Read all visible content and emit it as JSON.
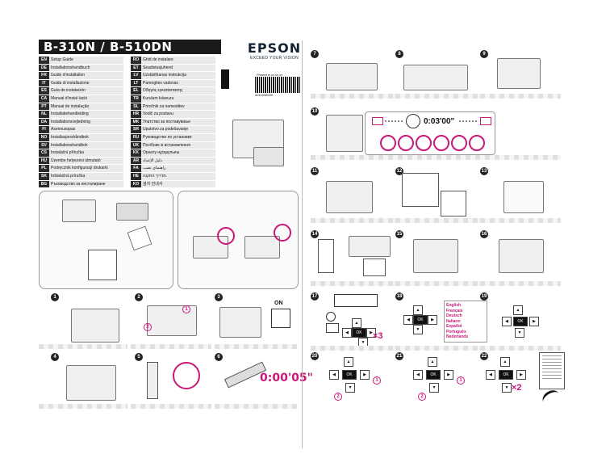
{
  "title": "B-310N / B-510DN",
  "brand": {
    "logo": "EPSON",
    "tagline": "EXCEED YOUR VISION"
  },
  "doc_code_label": "Printed in xx.xx.xx",
  "barcode_number": "4011930000",
  "languages_left": [
    {
      "code": "EN",
      "label": "Setup Guide"
    },
    {
      "code": "DE",
      "label": "Installationshandbuch"
    },
    {
      "code": "FR",
      "label": "Guide d'installation"
    },
    {
      "code": "IT",
      "label": "Guida di installazione"
    },
    {
      "code": "ES",
      "label": "Guía de instalación"
    },
    {
      "code": "CA",
      "label": "Manual d'instal·lació"
    },
    {
      "code": "PT",
      "label": "Manual de instalação"
    },
    {
      "code": "NL",
      "label": "Installatiehandleiding"
    },
    {
      "code": "DA",
      "label": "Installationsvejledning"
    },
    {
      "code": "FI",
      "label": "Asennusopas"
    },
    {
      "code": "NO",
      "label": "Installasjonshåndbok"
    },
    {
      "code": "SV",
      "label": "Installationshandbok"
    },
    {
      "code": "CS",
      "label": "Instalační příručka"
    },
    {
      "code": "HU",
      "label": "Üzembe helyezési útmutató"
    },
    {
      "code": "PL",
      "label": "Podręcznik konfiguracji drukarki"
    },
    {
      "code": "SK",
      "label": "Inštalačná príručka"
    },
    {
      "code": "BG",
      "label": "Ръководство за инсталиране"
    }
  ],
  "languages_right": [
    {
      "code": "RO",
      "label": "Ghid de instalare"
    },
    {
      "code": "ET",
      "label": "Seadistusjuhend"
    },
    {
      "code": "LV",
      "label": "Uzstādīšanas instrukcija"
    },
    {
      "code": "LT",
      "label": "Parengties vadovas"
    },
    {
      "code": "EL",
      "label": "Οδηγός εγκατάστασης"
    },
    {
      "code": "TR",
      "label": "Kurulum kılavuzu"
    },
    {
      "code": "SL",
      "label": "Priročnik za namestitev"
    },
    {
      "code": "HR",
      "label": "Vodič za postavu"
    },
    {
      "code": "MK",
      "label": "Упатство за поставување"
    },
    {
      "code": "SR",
      "label": "Uputstvo za podešavanje"
    },
    {
      "code": "RU",
      "label": "Руководство по установке"
    },
    {
      "code": "UK",
      "label": "Посібник зі встановлення"
    },
    {
      "code": "KK",
      "label": "Орнату нұсқаулығы"
    },
    {
      "code": "AR",
      "label": "دليل الإعداد"
    },
    {
      "code": "FA",
      "label": "راهنمای نصب"
    },
    {
      "code": "HE",
      "label": "מדריך התקנה"
    },
    {
      "code": "KO",
      "label": "설치 안내서"
    }
  ],
  "steps_left": {
    "s1": "1",
    "s2": "2",
    "s3": "3",
    "s4": "4",
    "s5": "5",
    "s6": "6"
  },
  "steps_right": {
    "s7": "7",
    "s8": "8",
    "s9": "9",
    "s10": "10",
    "s11": "11",
    "s12": "12",
    "s13": "13",
    "s14": "14",
    "s15": "15",
    "s16": "16",
    "s17": "17",
    "s18": "18",
    "s19": "19",
    "s20": "20",
    "s21": "21",
    "s22": "22"
  },
  "timers": {
    "ink_charge": "0:03'00\"",
    "shake": "0:00'05\""
  },
  "labels": {
    "on": "ON",
    "times3": "×3",
    "times2": "×2",
    "ok": "OK",
    "c1": "1",
    "c2": "2"
  },
  "language_menu": [
    "English",
    "Français",
    "Deutsch",
    "Italiano",
    "Español",
    "Português",
    "Nederlands"
  ]
}
